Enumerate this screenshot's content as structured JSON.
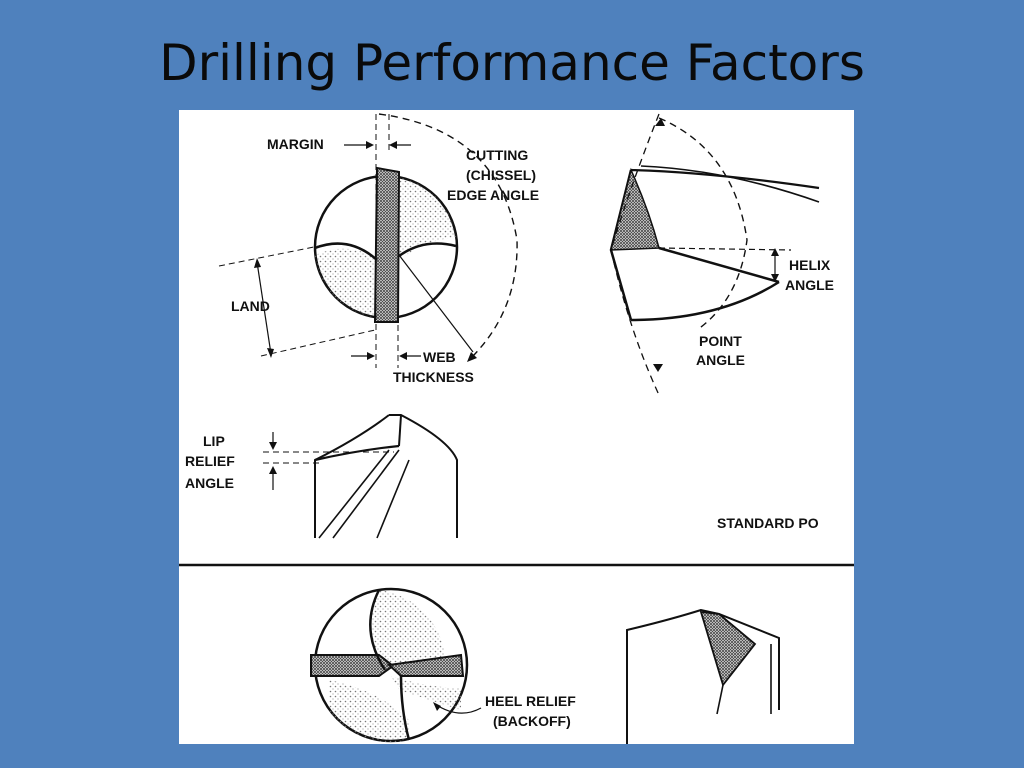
{
  "slide": {
    "title": "Drilling Performance Factors"
  },
  "diagram": {
    "labels": {
      "margin": "MARGIN",
      "cutting_line1": "CUTTING",
      "cutting_line2": "(CHISSEL)",
      "cutting_line3": "EDGE ANGLE",
      "land": "LAND",
      "web": "WEB",
      "thickness": "THICKNESS",
      "helix": "HELIX",
      "helix_angle": "ANGLE",
      "point": "POINT",
      "point_angle": "ANGLE",
      "lip": "LIP",
      "relief": "RELIEF",
      "lip_angle": "ANGLE",
      "standard_point": "STANDARD PO",
      "heel_relief": "HEEL RELIEF",
      "backoff": "(BACKOFF)"
    }
  }
}
